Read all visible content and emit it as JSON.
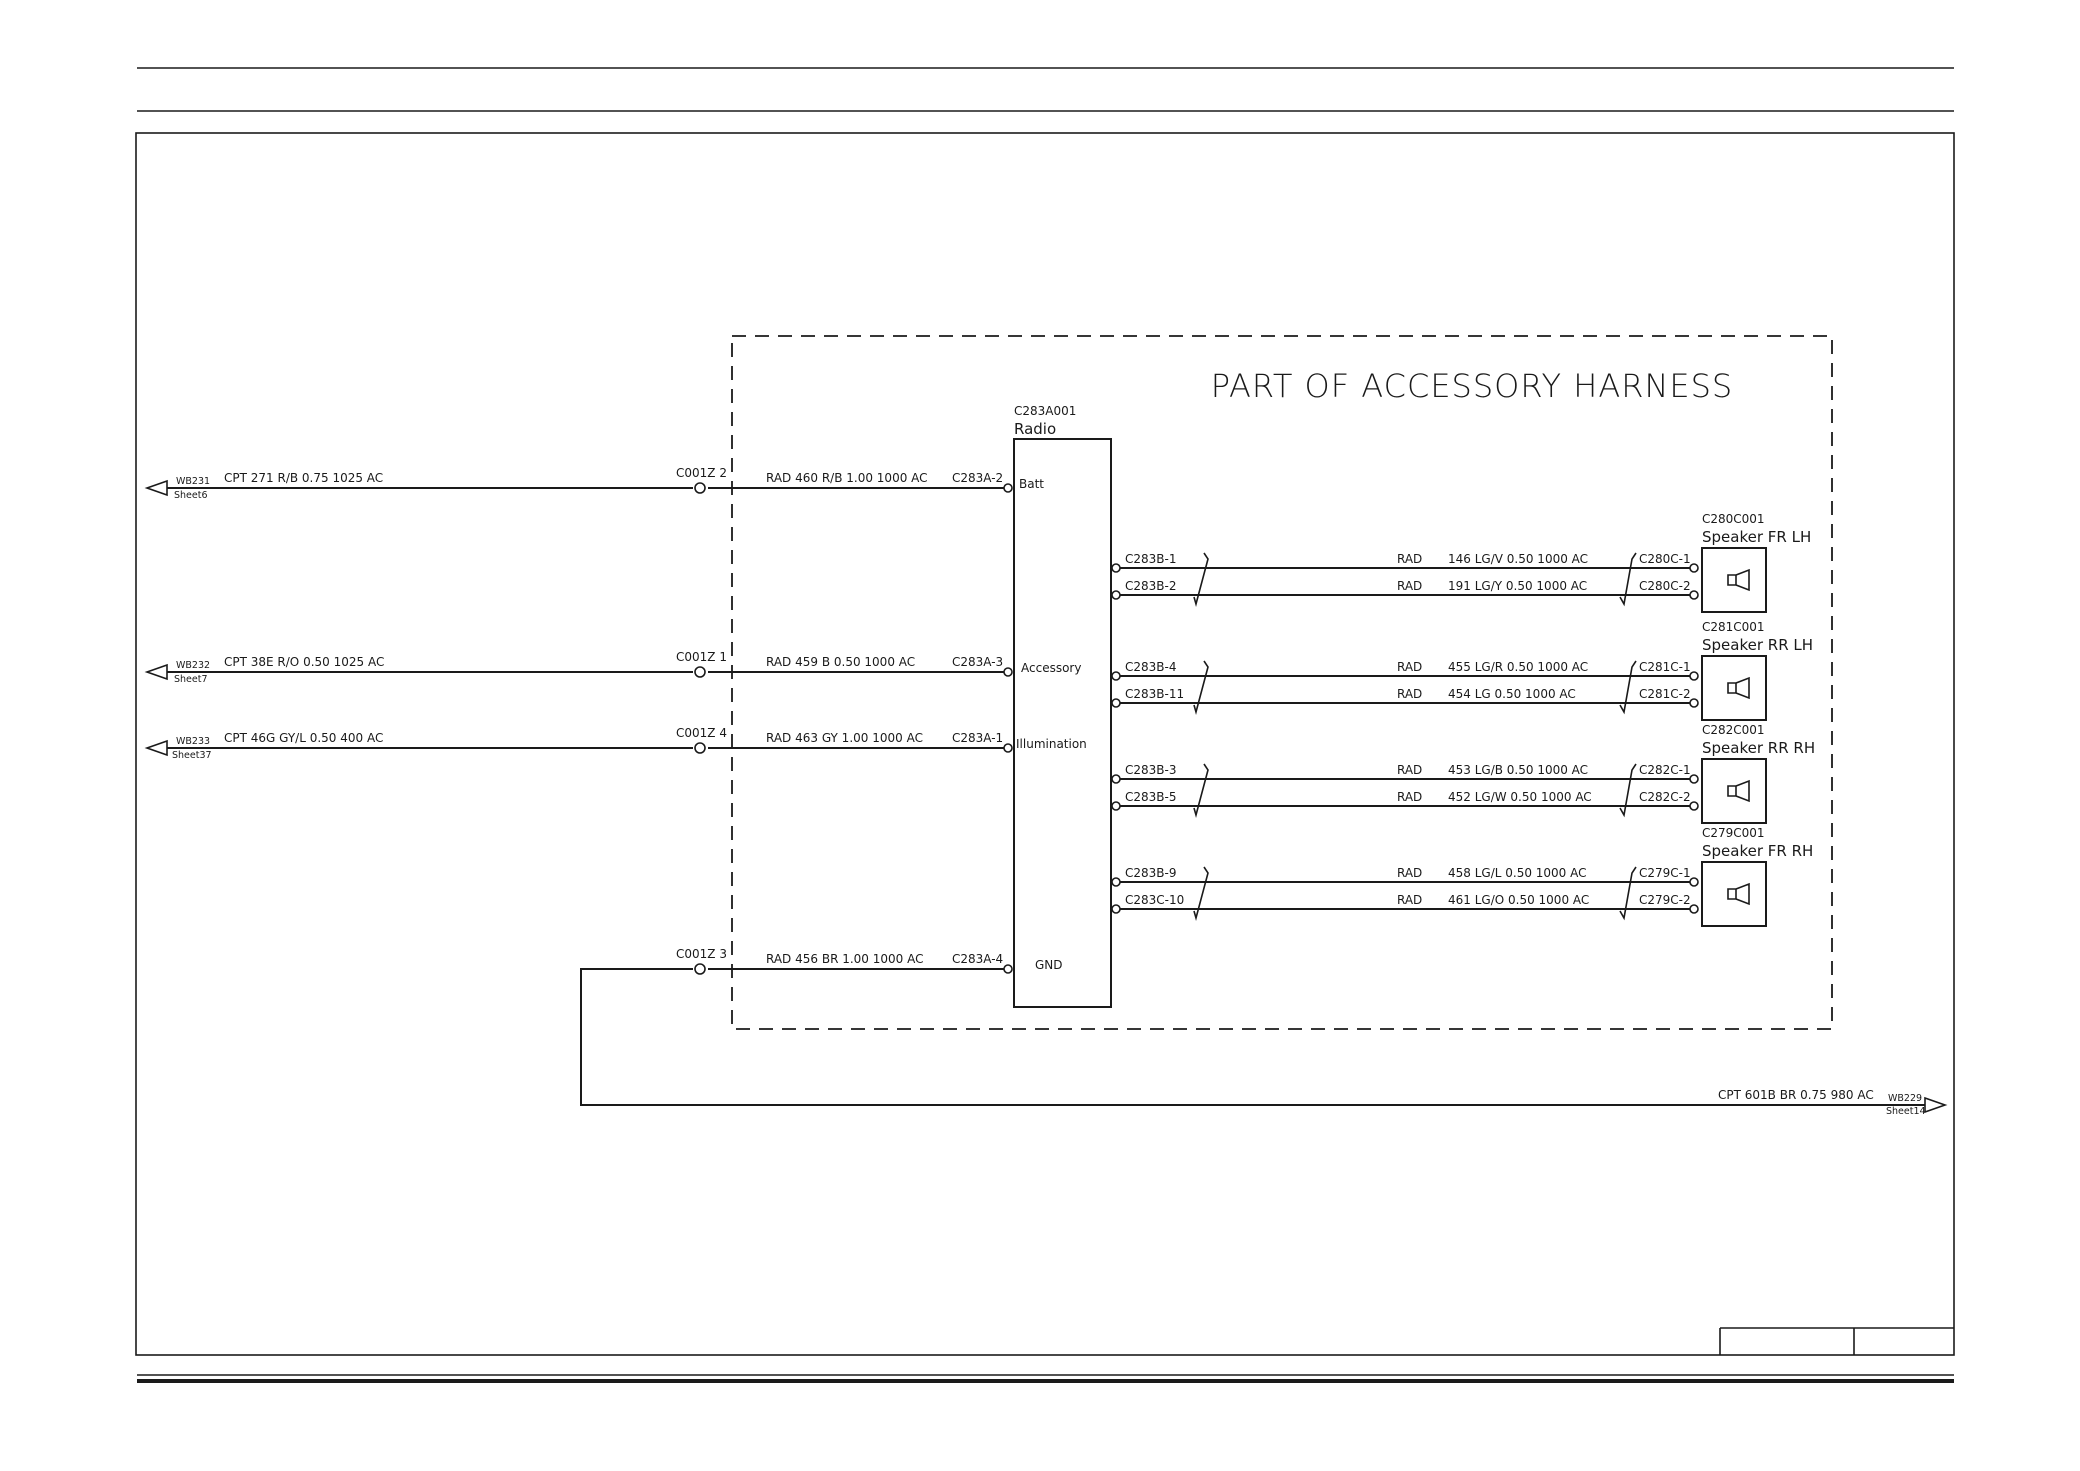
{
  "harness_title": "PART OF ACCESSORY HARNESS",
  "radio": {
    "id": "C283A001",
    "name": "Radio",
    "pins": [
      "Batt",
      "Accessory",
      "Illumination",
      "GND"
    ]
  },
  "left_wires": [
    {
      "offpage": "WB231",
      "sheet": "Sheet6",
      "label": "CPT   271  R/B  0.75  1025  AC",
      "splice": "C001Z  2",
      "rad": "RAD  460  R/B  1.00  1000  AC",
      "pin": "C283A-2"
    },
    {
      "offpage": "WB232",
      "sheet": "Sheet7",
      "label": "CPT   38E  R/O  0.50  1025  AC",
      "splice": "C001Z  1",
      "rad": "RAD  459  B  0.50  1000  AC",
      "pin": "C283A-3"
    },
    {
      "offpage": "WB233",
      "sheet": "Sheet37",
      "label": "CPT   46G  GY/L  0.50  400  AC",
      "splice": "C001Z  4",
      "rad": "RAD  463  GY  1.00  1000  AC",
      "pin": "C283A-1"
    }
  ],
  "ground_wire": {
    "splice": "C001Z  3",
    "rad": "RAD  456  BR  1.00  1000  AC",
    "pin": "C283A-4",
    "label": "CPT   601B  BR  0.75  980  AC",
    "offpage": "WB229",
    "sheet": "Sheet14"
  },
  "speakers": [
    {
      "id": "C280C001",
      "name": "Speaker  FR  LH",
      "wires": [
        {
          "from": "C283B-1",
          "code": "RAD",
          "desc": "146  LG/V  0.50  1000  AC",
          "to": "C280C-1"
        },
        {
          "from": "C283B-2",
          "code": "RAD",
          "desc": "191  LG/Y  0.50  1000  AC",
          "to": "C280C-2"
        }
      ]
    },
    {
      "id": "C281C001",
      "name": "Speaker  RR  LH",
      "wires": [
        {
          "from": "C283B-4",
          "code": "RAD",
          "desc": "455  LG/R  0.50  1000  AC",
          "to": "C281C-1"
        },
        {
          "from": "C283B-11",
          "code": "RAD",
          "desc": "454  LG  0.50  1000  AC",
          "to": "C281C-2"
        }
      ]
    },
    {
      "id": "C282C001",
      "name": "Speaker  RR  RH",
      "wires": [
        {
          "from": "C283B-3",
          "code": "RAD",
          "desc": "453  LG/B  0.50  1000  AC",
          "to": "C282C-1"
        },
        {
          "from": "C283B-5",
          "code": "RAD",
          "desc": "452  LG/W  0.50  1000  AC",
          "to": "C282C-2"
        }
      ]
    },
    {
      "id": "C279C001",
      "name": "Speaker  FR  RH",
      "wires": [
        {
          "from": "C283B-9",
          "code": "RAD",
          "desc": "458  LG/L  0.50  1000  AC",
          "to": "C279C-1"
        },
        {
          "from": "C283C-10",
          "code": "RAD",
          "desc": "461  LG/O  0.50  1000  AC",
          "to": "C279C-2"
        }
      ]
    }
  ]
}
